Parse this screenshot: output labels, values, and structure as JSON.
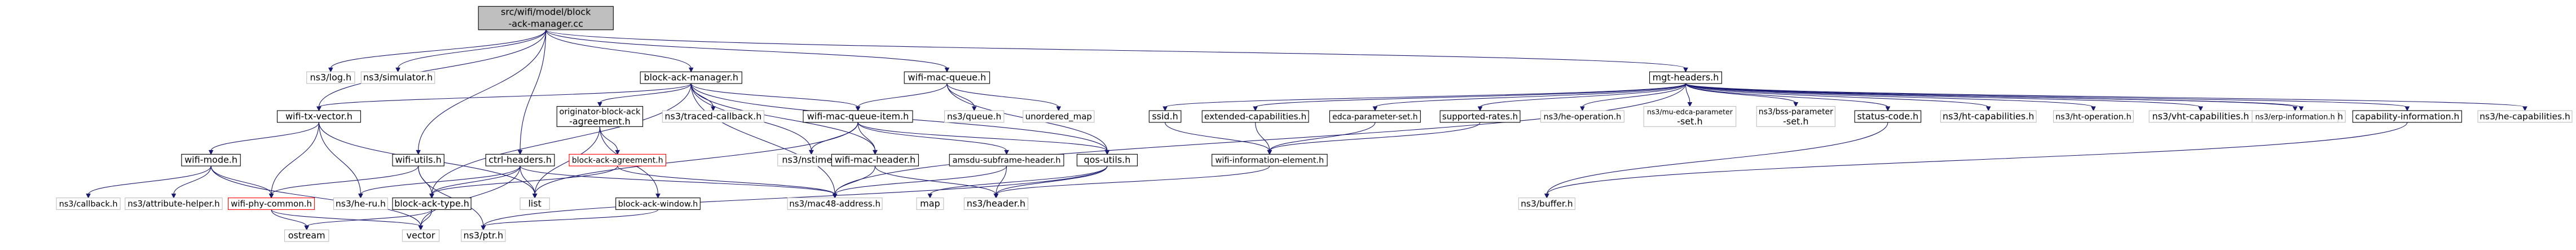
{
  "graph": {
    "nodes": [
      {
        "id": "root",
        "kind": "root",
        "lines": [
          "src/wifi/model/block",
          "-ack-manager.cc"
        ]
      },
      {
        "id": "log",
        "kind": "grey",
        "lines": [
          "ns3/log.h"
        ]
      },
      {
        "id": "simulator",
        "kind": "grey",
        "lines": [
          "ns3/simulator.h"
        ]
      },
      {
        "id": "bam",
        "kind": "doc",
        "lines": [
          "block-ack-manager.h"
        ]
      },
      {
        "id": "wmq",
        "kind": "doc",
        "lines": [
          "wifi-mac-queue.h"
        ]
      },
      {
        "id": "mgt",
        "kind": "doc",
        "lines": [
          "mgt-headers.h"
        ]
      },
      {
        "id": "wtv",
        "kind": "doc",
        "lines": [
          "wifi-tx-vector.h"
        ]
      },
      {
        "id": "obaa",
        "kind": "doc",
        "lines": [
          "originator-block-ack",
          "-agreement.h"
        ]
      },
      {
        "id": "traced",
        "kind": "grey",
        "lines": [
          "ns3/traced-callback.h"
        ]
      },
      {
        "id": "wmqi",
        "kind": "doc",
        "lines": [
          "wifi-mac-queue-item.h"
        ]
      },
      {
        "id": "queue",
        "kind": "grey",
        "lines": [
          "ns3/queue.h"
        ]
      },
      {
        "id": "umap",
        "kind": "grey",
        "lines": [
          "unordered_map"
        ]
      },
      {
        "id": "ssid",
        "kind": "doc",
        "lines": [
          "ssid.h"
        ]
      },
      {
        "id": "extcap",
        "kind": "doc",
        "lines": [
          "extended-capabilities.h"
        ]
      },
      {
        "id": "edca",
        "kind": "doc",
        "lines": [
          "edca-parameter-set.h"
        ]
      },
      {
        "id": "suprates",
        "kind": "doc",
        "lines": [
          "supported-rates.h"
        ]
      },
      {
        "id": "heop",
        "kind": "grey",
        "lines": [
          "ns3/he-operation.h"
        ]
      },
      {
        "id": "muedca",
        "kind": "grey",
        "lines": [
          "ns3/mu-edca-parameter",
          "-set.h"
        ]
      },
      {
        "id": "bss",
        "kind": "grey",
        "lines": [
          "ns3/bss-parameter",
          "-set.h"
        ]
      },
      {
        "id": "status",
        "kind": "doc",
        "lines": [
          "status-code.h"
        ]
      },
      {
        "id": "htcap",
        "kind": "grey",
        "lines": [
          "ns3/ht-capabilities.h"
        ]
      },
      {
        "id": "htop",
        "kind": "grey",
        "lines": [
          "ns3/ht-operation.h"
        ]
      },
      {
        "id": "vhtcap",
        "kind": "grey",
        "lines": [
          "ns3/vht-capabilities.h"
        ]
      },
      {
        "id": "vhtop",
        "kind": "grey",
        "lines": [
          "ns3/vht-operation.h"
        ]
      },
      {
        "id": "erp",
        "kind": "grey",
        "lines": [
          "ns3/erp-information.h"
        ]
      },
      {
        "id": "capinfo",
        "kind": "doc",
        "lines": [
          "capability-information.h"
        ]
      },
      {
        "id": "hecap",
        "kind": "grey",
        "lines": [
          "ns3/he-capabilities.h"
        ]
      },
      {
        "id": "wmode",
        "kind": "doc",
        "lines": [
          "wifi-mode.h"
        ]
      },
      {
        "id": "wutils",
        "kind": "doc",
        "lines": [
          "wifi-utils.h"
        ]
      },
      {
        "id": "ctrl",
        "kind": "doc",
        "lines": [
          "ctrl-headers.h"
        ]
      },
      {
        "id": "baa",
        "kind": "red",
        "lines": [
          "block-ack-agreement.h"
        ]
      },
      {
        "id": "nstime",
        "kind": "grey",
        "lines": [
          "ns3/nstime.h"
        ]
      },
      {
        "id": "wmh",
        "kind": "doc",
        "lines": [
          "wifi-mac-header.h"
        ]
      },
      {
        "id": "amsdu",
        "kind": "doc",
        "lines": [
          "amsdu-subframe-header.h"
        ]
      },
      {
        "id": "qos",
        "kind": "doc",
        "lines": [
          "qos-utils.h"
        ]
      },
      {
        "id": "wie",
        "kind": "doc",
        "lines": [
          "wifi-information-element.h"
        ]
      },
      {
        "id": "callback",
        "kind": "grey",
        "lines": [
          "ns3/callback.h"
        ]
      },
      {
        "id": "attr",
        "kind": "grey",
        "lines": [
          "ns3/attribute-helper.h"
        ]
      },
      {
        "id": "wpc",
        "kind": "red",
        "lines": [
          "wifi-phy-common.h"
        ]
      },
      {
        "id": "heru",
        "kind": "grey",
        "lines": [
          "ns3/he-ru.h"
        ]
      },
      {
        "id": "batype",
        "kind": "doc",
        "lines": [
          "block-ack-type.h"
        ]
      },
      {
        "id": "list",
        "kind": "grey",
        "lines": [
          "list"
        ]
      },
      {
        "id": "baw",
        "kind": "doc",
        "lines": [
          "block-ack-window.h"
        ]
      },
      {
        "id": "mac48",
        "kind": "grey",
        "lines": [
          "ns3/mac48-address.h"
        ]
      },
      {
        "id": "map",
        "kind": "grey",
        "lines": [
          "map"
        ]
      },
      {
        "id": "header",
        "kind": "grey",
        "lines": [
          "ns3/header.h"
        ]
      },
      {
        "id": "buffer",
        "kind": "grey",
        "lines": [
          "ns3/buffer.h"
        ]
      },
      {
        "id": "ostream",
        "kind": "grey",
        "lines": [
          "ostream"
        ]
      },
      {
        "id": "vector",
        "kind": "grey",
        "lines": [
          "vector"
        ]
      },
      {
        "id": "ptr",
        "kind": "grey",
        "lines": [
          "ns3/ptr.h"
        ]
      }
    ],
    "edges": [
      [
        "root",
        "log"
      ],
      [
        "root",
        "simulator"
      ],
      [
        "root",
        "bam"
      ],
      [
        "root",
        "wmq"
      ],
      [
        "root",
        "mgt"
      ],
      [
        "root",
        "wtv"
      ],
      [
        "root",
        "wutils"
      ],
      [
        "root",
        "ctrl"
      ],
      [
        "bam",
        "wtv"
      ],
      [
        "bam",
        "obaa"
      ],
      [
        "bam",
        "traced"
      ],
      [
        "bam",
        "wmqi"
      ],
      [
        "bam",
        "nstime"
      ],
      [
        "bam",
        "qos"
      ],
      [
        "bam",
        "mac48"
      ],
      [
        "bam",
        "batype"
      ],
      [
        "bam",
        "wmh"
      ],
      [
        "wmq",
        "wmqi"
      ],
      [
        "wmq",
        "queue"
      ],
      [
        "wmq",
        "umap"
      ],
      [
        "wmq",
        "qos"
      ],
      [
        "mgt",
        "ssid"
      ],
      [
        "mgt",
        "extcap"
      ],
      [
        "mgt",
        "edca"
      ],
      [
        "mgt",
        "suprates"
      ],
      [
        "mgt",
        "heop"
      ],
      [
        "mgt",
        "muedca"
      ],
      [
        "mgt",
        "bss"
      ],
      [
        "mgt",
        "status"
      ],
      [
        "mgt",
        "htcap"
      ],
      [
        "mgt",
        "htop"
      ],
      [
        "mgt",
        "vhtcap"
      ],
      [
        "mgt",
        "vhtop"
      ],
      [
        "mgt",
        "erp"
      ],
      [
        "mgt",
        "capinfo"
      ],
      [
        "mgt",
        "hecap"
      ],
      [
        "mgt",
        "mac48"
      ],
      [
        "wtv",
        "wmode"
      ],
      [
        "wtv",
        "wpc"
      ],
      [
        "wtv",
        "heru"
      ],
      [
        "wtv",
        "list"
      ],
      [
        "obaa",
        "baa"
      ],
      [
        "obaa",
        "baw"
      ],
      [
        "obaa",
        "list"
      ],
      [
        "baa",
        "batype"
      ],
      [
        "baa",
        "mac48"
      ],
      [
        "wmqi",
        "nstime"
      ],
      [
        "wmqi",
        "wmh"
      ],
      [
        "wmqi",
        "amsdu"
      ],
      [
        "wmqi",
        "list"
      ],
      [
        "wmqi",
        "qos"
      ],
      [
        "wmh",
        "mac48"
      ],
      [
        "wmh",
        "header"
      ],
      [
        "amsdu",
        "mac48"
      ],
      [
        "amsdu",
        "header"
      ],
      [
        "qos",
        "map"
      ],
      [
        "qos",
        "ptr"
      ],
      [
        "qos",
        "header"
      ],
      [
        "ssid",
        "wie"
      ],
      [
        "extcap",
        "wie"
      ],
      [
        "edca",
        "wie"
      ],
      [
        "suprates",
        "wie"
      ],
      [
        "wie",
        "header"
      ],
      [
        "status",
        "buffer"
      ],
      [
        "capinfo",
        "buffer"
      ],
      [
        "wmode",
        "callback"
      ],
      [
        "wmode",
        "attr"
      ],
      [
        "wmode",
        "wpc"
      ],
      [
        "wmode",
        "vector"
      ],
      [
        "wutils",
        "batype"
      ],
      [
        "wutils",
        "wpc"
      ],
      [
        "wutils",
        "ptr"
      ],
      [
        "ctrl",
        "batype"
      ],
      [
        "ctrl",
        "heru"
      ],
      [
        "ctrl",
        "list"
      ],
      [
        "ctrl",
        "vector"
      ],
      [
        "ctrl",
        "mac48"
      ],
      [
        "wpc",
        "ostream"
      ],
      [
        "wpc",
        "vector"
      ],
      [
        "batype",
        "ostream"
      ],
      [
        "batype",
        "vector"
      ],
      [
        "baw",
        "ptr"
      ]
    ]
  }
}
